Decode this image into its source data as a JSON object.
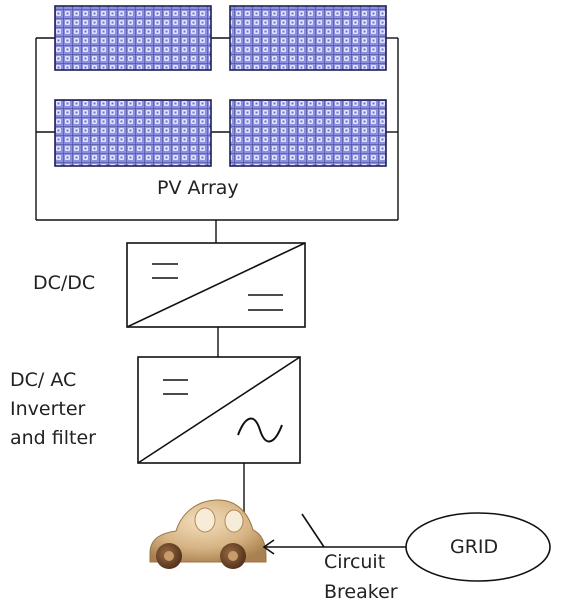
{
  "labels": {
    "pv_array": "PV Array",
    "dcdc": "DC/DC",
    "dcac_lines": [
      "DC/ AC",
      "Inverter",
      "and filter"
    ],
    "circuit_breaker_lines": [
      "Circuit",
      "Breaker"
    ],
    "grid": "GRID"
  },
  "colors": {
    "panel_fill": "#8c8fe0",
    "panel_dot": "#e4e6ff",
    "panel_grid": "#2a2c66",
    "line": "#111111",
    "car_body": "#d9b98a",
    "car_wheel": "#6b4428"
  },
  "icons": [
    "solar-panel",
    "dc-dc-converter",
    "inverter-symbol",
    "toy-car-icon",
    "circuit-breaker-switch",
    "grid-ellipse"
  ]
}
